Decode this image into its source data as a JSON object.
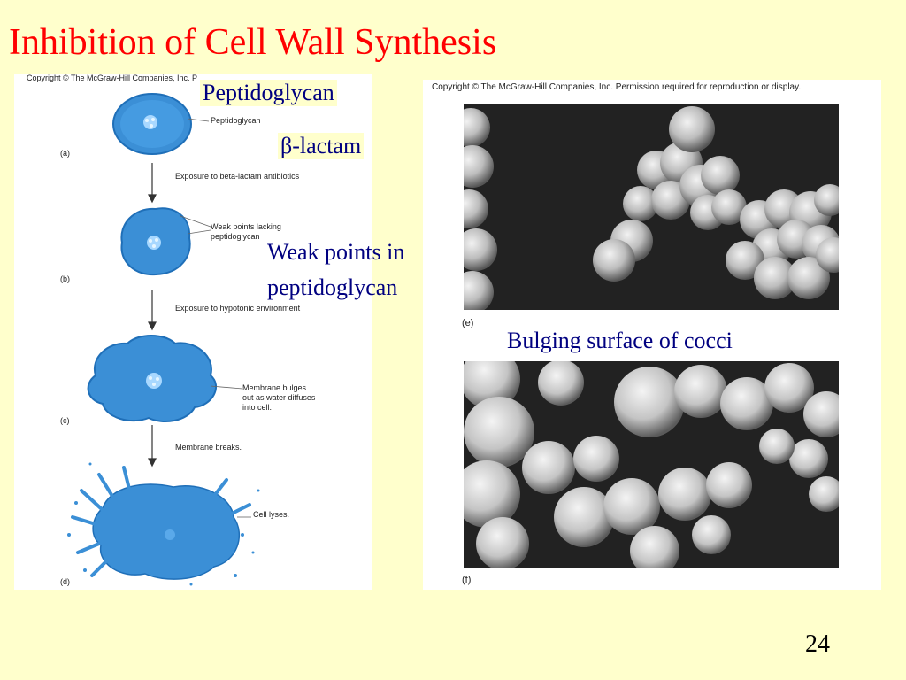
{
  "title": "Inhibition of Cell Wall Synthesis",
  "left_figure": {
    "copyright": "Copyright © The McGraw-Hill Companies, Inc. P",
    "label_peptidoglycan": "Peptidoglycan",
    "step_a": "(a)",
    "exposure_beta": "Exposure to beta-lactam antibiotics",
    "weak_points_line1": "Weak points lacking",
    "weak_points_line2": "peptidoglycan",
    "step_b": "(b)",
    "exposure_hypotonic": "Exposure to hypotonic environment",
    "bulges_line1": "Membrane bulges",
    "bulges_line2": "out as water diffuses",
    "bulges_line3": "into cell.",
    "step_c": "(c)",
    "membrane_breaks": "Membrane breaks.",
    "cell_lyses": "Cell lyses.",
    "step_d": "(d)",
    "cell_color": "#3b8fd6"
  },
  "right_figure": {
    "copyright": "Copyright © The McGraw-Hill Companies, Inc. Permission required for reproduction or display.",
    "label_e": "(e)",
    "label_f": "(f)"
  },
  "callouts": {
    "peptidoglycan": "Peptidoglycan",
    "beta_lactam": "β-lactam",
    "weak_points_line1": "Weak points in",
    "weak_points_line2": "peptidoglycan",
    "bulging": "Bulging surface of cocci"
  },
  "page_number": "24",
  "colors": {
    "background": "#ffffcc",
    "title": "#ff0000",
    "callout_text": "#000080"
  }
}
